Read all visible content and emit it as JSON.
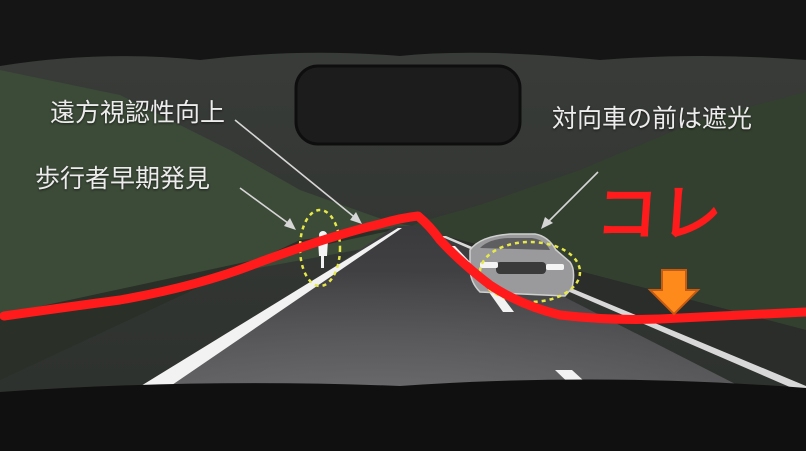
{
  "annotations": {
    "far_visibility": "遠方視認性向上",
    "pedestrian_detection": "歩行者早期発見",
    "oncoming_shading": "対向車の前は遮光",
    "kore": "コレ"
  },
  "colors": {
    "beam_line": "#ff1b1b",
    "arrow_fill": "#ff8a1c",
    "highlight_ellipse": "#e6e84a",
    "label_text": "#ececec"
  }
}
